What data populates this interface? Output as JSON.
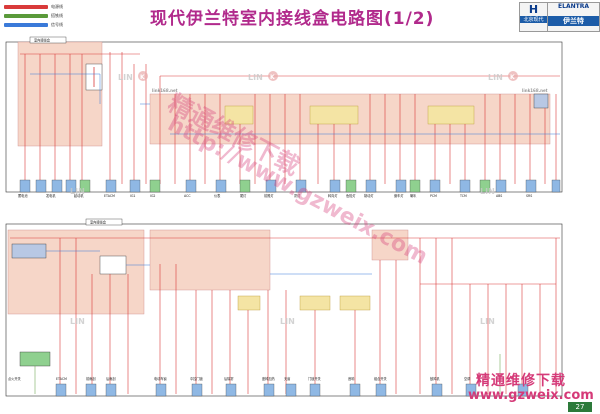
{
  "page": {
    "title": "现代伊兰特室内接线盒电路图(1/2)",
    "page_number": "27"
  },
  "legend": {
    "items": [
      {
        "label": "电源线",
        "color": "#d93a3a"
      },
      {
        "label": "搭铁线",
        "color": "#5a9a3a"
      },
      {
        "label": "信号线",
        "color": "#3a7ad9"
      }
    ]
  },
  "logos": {
    "hyundai_mark": "H",
    "hyundai_brand": "北京现代",
    "model_en": "ELANTRA",
    "model_cn": "伊兰特"
  },
  "watermarks": {
    "lin": "LIN",
    "k": "K",
    "site": "link168.net",
    "main_wm": "精通维修下载",
    "url_wm": "http://www.gzweix.com",
    "footer_brand": "精通维修下载",
    "footer_url": "www.gzweix.com"
  },
  "colors": {
    "power": "#d93a3a",
    "ground": "#5a9a3a",
    "signal": "#3a7ad9",
    "panel": "#f6d6c8",
    "box_yellow": "#f4e4a4",
    "connector_blue": "#8fb8e4",
    "connector_green": "#8fd08f"
  },
  "top_section": {
    "header": "室内接线盒",
    "connectors": [
      "蓄电池",
      "发电机",
      "起动机",
      "ETACM",
      "IG1",
      "IG2",
      "ACC",
      "仪表",
      "尾灯",
      "前照灯",
      "雾灯",
      "转向灯",
      "危险灯",
      "制动灯",
      "倒车灯",
      "喇叭",
      "PCM",
      "TCM",
      "ABS",
      "SRS"
    ]
  },
  "bottom_section": {
    "header": "室内接线盒",
    "connectors": [
      "点火开关",
      "ETACM",
      "前雨刮",
      "后雨刮",
      "电动车窗",
      "中控门锁",
      "后除雾",
      "座椅加热",
      "天窗",
      "门锁开关",
      "音响",
      "组合开关",
      "鼓风机",
      "空调"
    ]
  }
}
